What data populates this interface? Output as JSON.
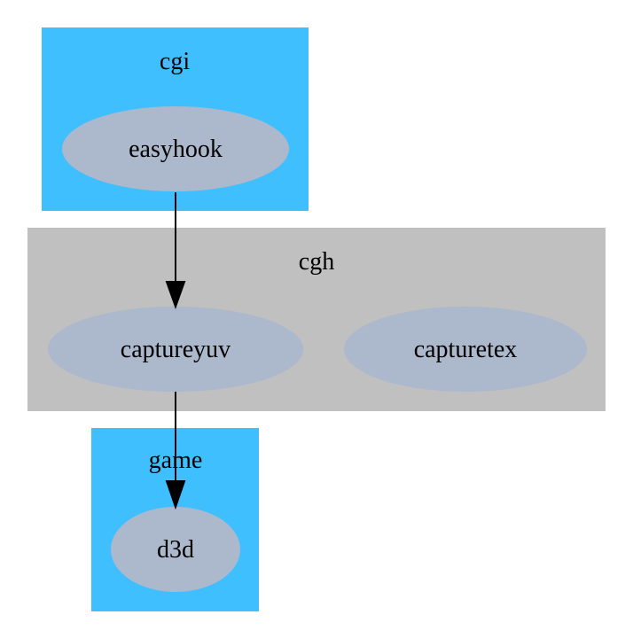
{
  "colors": {
    "cluster_blue": "#40bfff",
    "cluster_gray": "#c0c0c0",
    "node_fill": "#acb8cc",
    "edge": "#000000",
    "background": "#ffffff"
  },
  "clusters": {
    "cgi": {
      "label": "cgi"
    },
    "cgh": {
      "label": "cgh"
    },
    "game": {
      "label": "game"
    }
  },
  "nodes": {
    "easyhook": {
      "label": "easyhook"
    },
    "captureyuv": {
      "label": "captureyuv"
    },
    "capturetex": {
      "label": "capturetex"
    },
    "d3d": {
      "label": "d3d"
    }
  },
  "edges": [
    {
      "from": "easyhook",
      "to": "captureyuv"
    },
    {
      "from": "captureyuv",
      "to": "d3d"
    }
  ]
}
